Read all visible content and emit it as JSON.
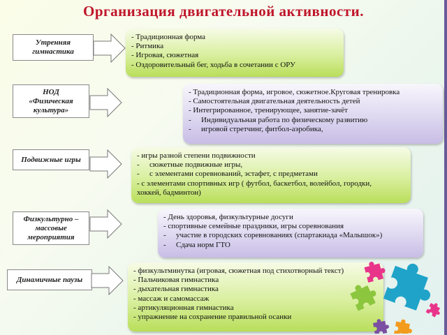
{
  "title": "Организация  двигательной активности.",
  "rows": [
    {
      "label": [
        "Утренняя",
        "гимнастика"
      ],
      "items": [
        {
          "text": "- Традиционная форма",
          "indent": false
        },
        {
          "text": "- Ритмика",
          "indent": false
        },
        {
          "text": "- Игровая, сюжетная",
          "indent": false
        },
        {
          "text": "- Оздоровительный бег, ходьба в сочетании с ОРУ",
          "indent": false
        }
      ]
    },
    {
      "label": [
        "НОД",
        "«Физическая",
        "культура»"
      ],
      "items": [
        {
          "text": "- Традиционная форма, игровое, сюжетное.Круговая тренировка",
          "indent": false
        },
        {
          "text": "- Самостоятельная двигательная деятельность детей",
          "indent": false
        },
        {
          "text": "- Интегрированное, тренирующее, занятие-зачёт",
          "indent": false
        },
        {
          "text": "Индивидуальная работа по физическому развитию",
          "indent": true
        },
        {
          "text": "игровой стретчинг, фитбол-аэробика,",
          "indent": true
        }
      ]
    },
    {
      "label": [
        "Подвижные игры"
      ],
      "items": [
        {
          "text": "- игры разной степени подвижности",
          "indent": false
        },
        {
          "text": "сюжетные подвижные игры,",
          "indent": true
        },
        {
          "text": "с элементами соревнований, эстафет,  с предметами",
          "indent": true
        },
        {
          "text": "- с элементами спортивных игр ( футбол, баскетбол, волейбол, городки,",
          "indent": false
        },
        {
          "text": "хоккей, бадминтон)",
          "indent": false
        }
      ]
    },
    {
      "label": [
        "Физкультурно –",
        "массовые",
        "мероприятия"
      ],
      "items": [
        {
          "text": "- День здоровья, физкультурные досуги",
          "indent": false
        },
        {
          "text": "- спортивные семейные праздники,  игры соревнования",
          "indent": false
        },
        {
          "text": "участие в городских соревнованиях (спартакиада «Малышок»)",
          "indent": true
        },
        {
          "text": "Сдача норм ГТО",
          "indent": true
        }
      ]
    },
    {
      "label": [
        "Динамичные  паузы"
      ],
      "items": [
        {
          "text": "- физкультминутка (игровая, сюжетная под стихотворный текст)",
          "indent": false
        },
        {
          "text": "- Пальчиковая гимнастика",
          "indent": false
        },
        {
          "text": "- дыхательная гимнастика",
          "indent": false
        },
        {
          "text": "- массаж и самомассаж",
          "indent": false
        },
        {
          "text": "- артикуляционная гимнастика",
          "indent": false
        },
        {
          "text": "- упражнение на сохранение правильной осанки",
          "indent": false
        }
      ]
    }
  ],
  "colors": {
    "title": "#c0152a",
    "green_panel": "#c4e36e",
    "purple_panel": "#d2c8ea",
    "puzzle": [
      "#1fa3c9",
      "#e8358a",
      "#8cc63e",
      "#f29b1d",
      "#7b4fa1"
    ]
  }
}
